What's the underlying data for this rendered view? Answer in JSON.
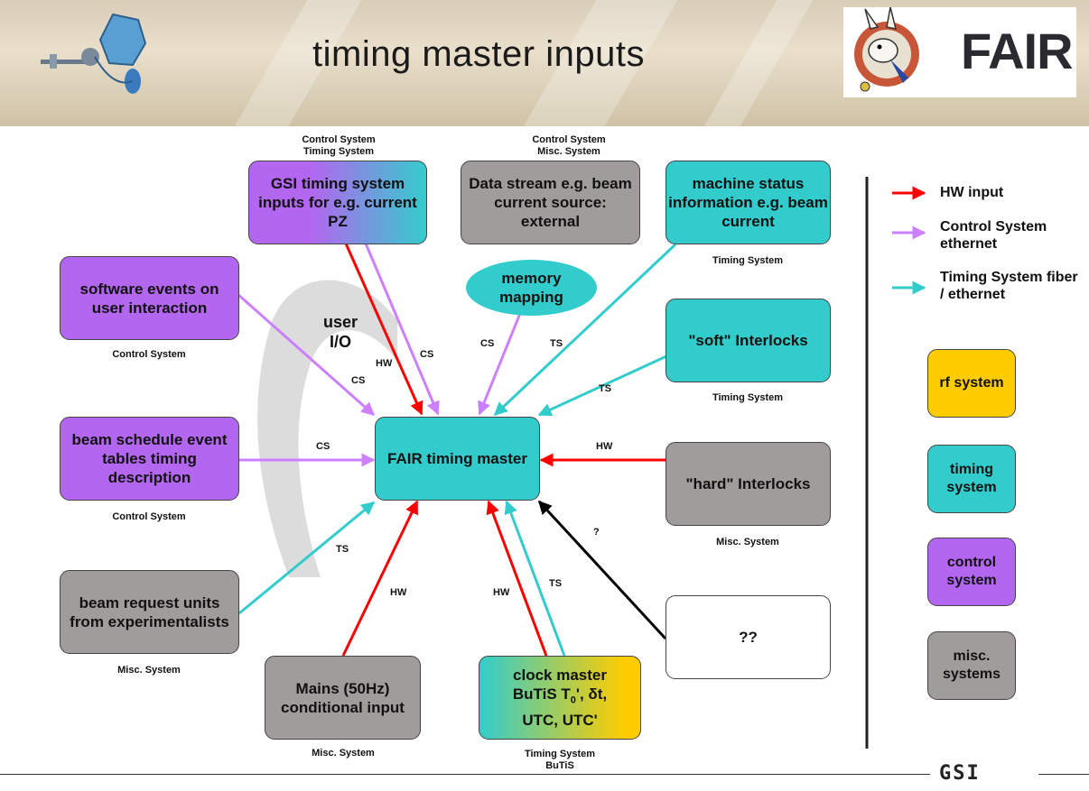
{
  "title": "timing master inputs",
  "logo_text": "FAIR",
  "footer_logo": "GSI",
  "colors": {
    "hw": "#ff0000",
    "cs": "#cc80ff",
    "ts": "#33cccc",
    "unknown": "#000000"
  },
  "boxes": {
    "gsi_timing": "GSI timing system inputs for e.g. current PZ",
    "data_stream": "Data stream e.g. beam current source: external",
    "machine_status": "machine status information e.g. beam current",
    "software_events": "software events on user interaction",
    "memory_mapping": "memory mapping",
    "soft_interlocks": "\"soft\" Interlocks",
    "beam_schedule": "beam schedule event tables timing description",
    "fair_master": "FAIR timing master",
    "hard_interlocks": "\"hard\" Interlocks",
    "beam_request": "beam request units from experimentalists",
    "unknown": "??",
    "mains": "Mains (50Hz) conditional input",
    "clock_master_l1": "clock master",
    "clock_master_l2a": "BuTiS T",
    "clock_master_sub": "0",
    "clock_master_l2b": "', δt,",
    "clock_master_l3": "UTC, UTC'"
  },
  "captions": {
    "gsi_timing": "Control System\nTiming System",
    "data_stream": "Control System\nMisc. System",
    "machine_status": "Timing System",
    "software_events": "Control System",
    "soft_interlocks": "Timing System",
    "beam_schedule": "Control System",
    "hard_interlocks": "Misc. System",
    "beam_request": "Misc. System",
    "mains": "Misc. System",
    "clock_master": "Timing System\nBuTiS"
  },
  "user_io": "user\nI/O",
  "edge_labels": {
    "hw_gsi": "HW",
    "cs_gsi": "CS",
    "cs_software": "CS",
    "cs_memory": "CS",
    "ts_machine": "TS",
    "ts_soft": "TS",
    "cs_schedule": "CS",
    "hw_hard": "HW",
    "q_unknown": "?",
    "ts_request": "TS",
    "hw_mains": "HW",
    "hw_clock": "HW",
    "ts_clock": "TS"
  },
  "legend": {
    "hw": "HW input",
    "cs": "Control System ethernet",
    "ts": "Timing System fiber / ethernet",
    "rf": "rf system",
    "timing": "timing system",
    "control": "control system",
    "misc": "misc. systems"
  }
}
